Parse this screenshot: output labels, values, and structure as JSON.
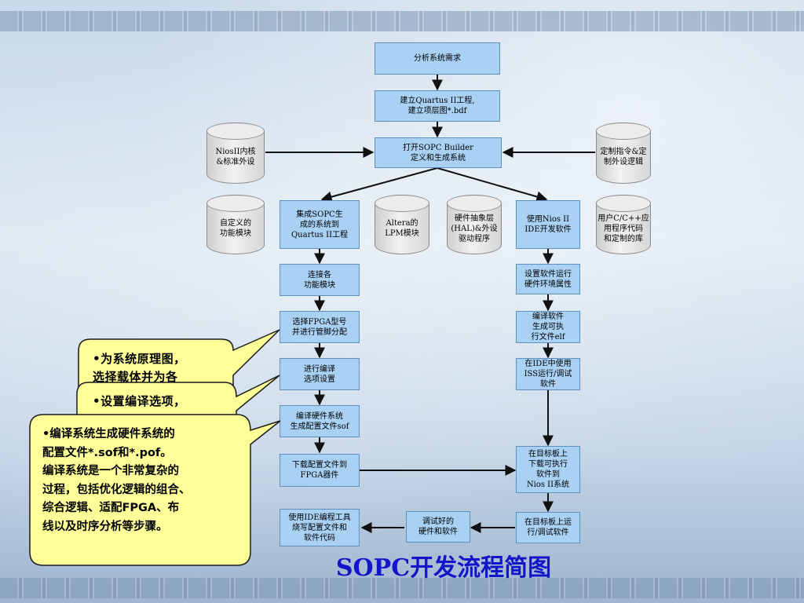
{
  "flow": {
    "analyze": "分析系统需求",
    "create_project": "建立Quartus II工程,\n建立项层图*.bdf",
    "open_sopc": "打开SOPC Builder\n定义和生成系统",
    "integrate": "集成SOPC生\n成的系统到\nQuartus II工程",
    "connect_modules": "连接各\n功能模块",
    "select_fpga": "选择FPGA型号\n并进行管脚分配",
    "compile_options": "进行编译\n选项设置",
    "compile_hw": "编译硬件系统\n生成配置文件sof",
    "download_config": "下载配置文件到\nFPGA器件",
    "program_flash": "使用IDE编程工具\n烧写配置文件和\n软件代码",
    "debugged": "调试好的\n硬件和软件",
    "use_ide": "使用Nios II\nIDE开发软件",
    "set_env": "设置软件运行\n硬件环境属性",
    "compile_sw": "编译软件\n生成可执\n行文件elf",
    "iss_debug": "在IDE中使用\nISS运行/调试\n软件",
    "download_exec": "在目标板上\n下载可执行\n软件到\nNios II系统",
    "run_debug": "在目标板上运\n行/调试软件"
  },
  "databases": {
    "nios_core": "NiosII内核\n&标准外设",
    "custom_instr": "定制指令&定\n制外设逻辑",
    "custom_modules": "自定义的\n功能模块",
    "altera_lpm": "Altera的\nLPM模块",
    "hal": "硬件抽象层\n(HAL)&外设\n驱动程序",
    "user_code": "用户C/C++应\n用程序代码\n和定制的库"
  },
  "callouts": {
    "c1": "•为系统原理图，\n选择载体并为各",
    "c2": "•设置编译选项，\n编译选项设置以",
    "c3": "•编译系统生成硬件系统的\n配置文件*.sof和*.pof。\n编译系统是一个非常复杂的\n过程，包括优化逻辑的组合、\n综合逻辑、适配FPGA、布\n线以及时序分析等步骤。"
  },
  "caption": "SOPC开发流程简图",
  "colors": {
    "box_fill": "#a8d1f3",
    "box_border": "#5e8fbd",
    "callout_fill": "#ffff99",
    "caption": "#1414c8"
  }
}
